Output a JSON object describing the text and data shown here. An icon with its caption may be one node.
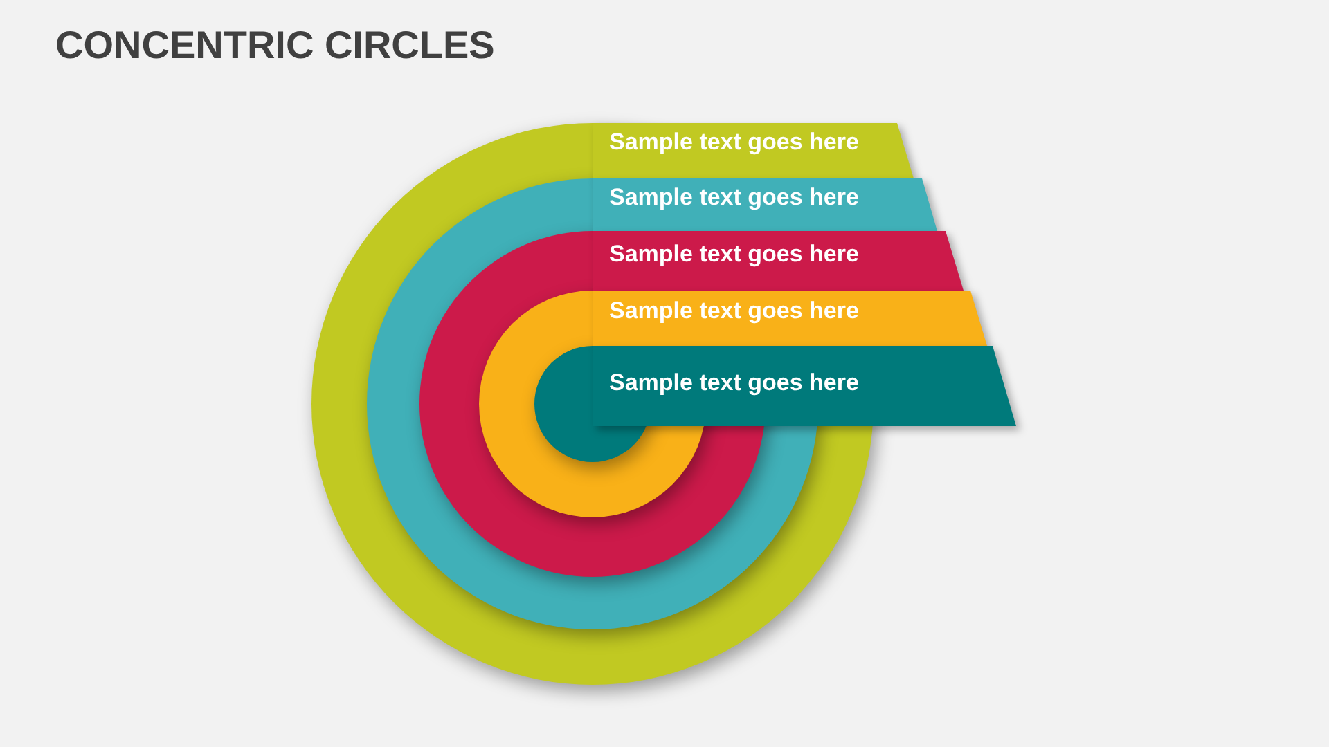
{
  "diagram": {
    "title": "CONCENTRIC CIRCLES",
    "nodes": [
      {
        "text": [],
        "shape": "circle"
      },
      {
        "text": [
          "Sample text goes here"
        ]
      },
      {
        "text": [],
        "shape": "circle",
        "in": 0
      },
      {
        "text": [
          "Sample text goes here"
        ]
      },
      {
        "text": [],
        "shape": "circle",
        "in": 2
      },
      {
        "text": [
          "Sample text goes here"
        ]
      },
      {
        "text": [],
        "shape": "circle",
        "in": 4
      },
      {
        "text": [
          "Sample text goes here"
        ]
      },
      {
        "text": [],
        "shape": "circle",
        "in": 6
      },
      {
        "text": [
          "Sample text goes here"
        ]
      }
    ]
  }
}
